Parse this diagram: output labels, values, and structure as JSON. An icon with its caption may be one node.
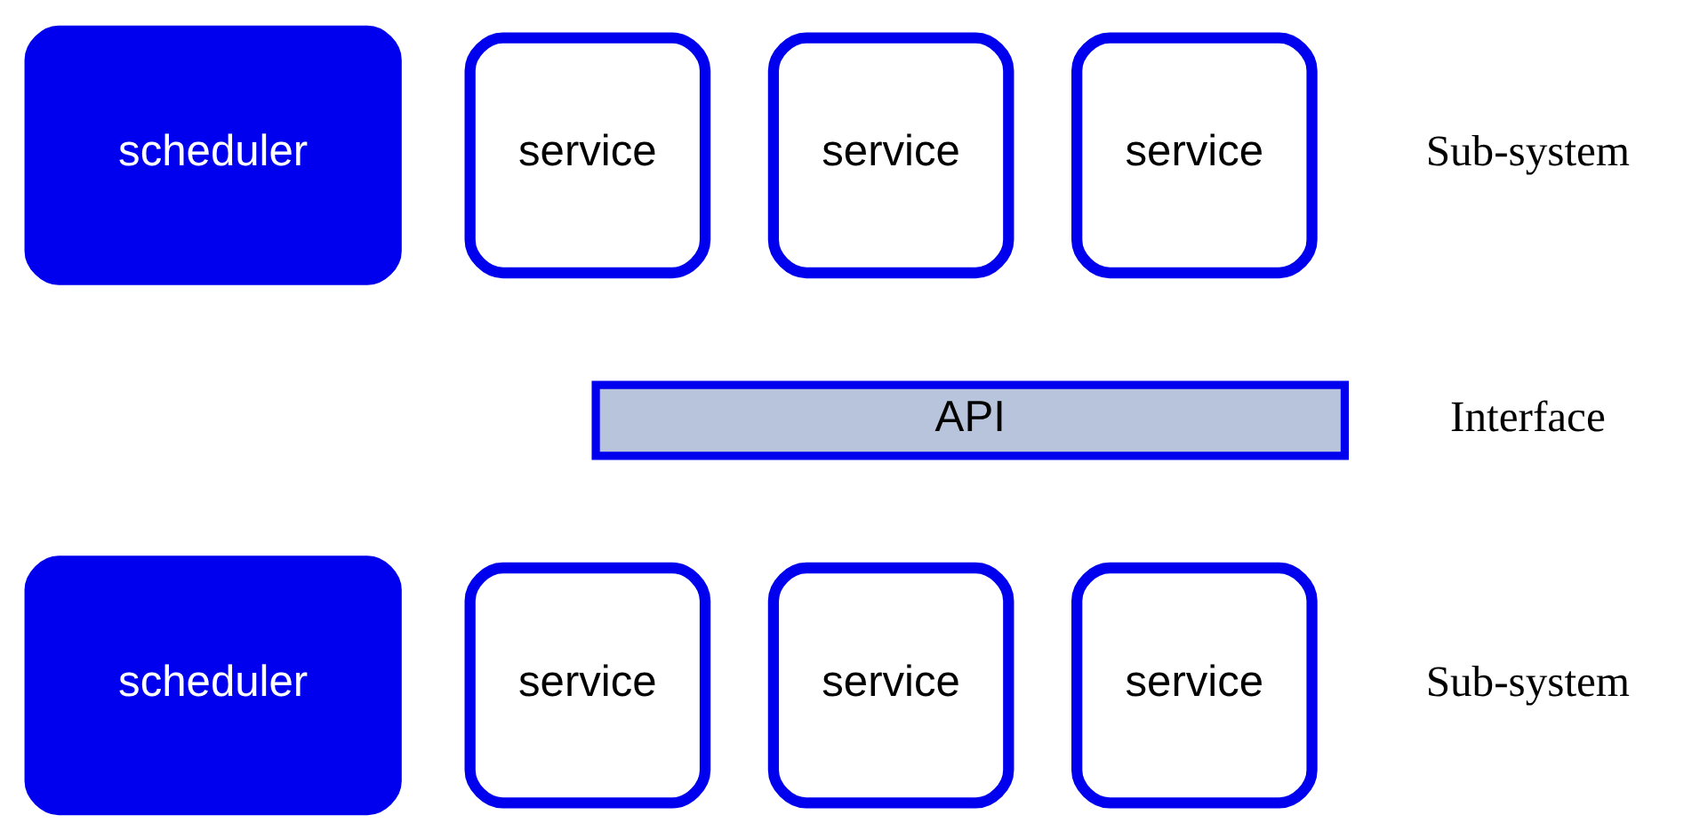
{
  "diagram": {
    "nodes": [
      {
        "text": [
          "scheduler"
        ]
      },
      {
        "text": [
          "service"
        ]
      },
      {
        "text": [
          "service"
        ]
      },
      {
        "text": [
          "service"
        ]
      },
      {
        "text": [
          "API"
        ]
      },
      {
        "text": [
          "scheduler"
        ]
      },
      {
        "text": [
          "service"
        ]
      },
      {
        "text": [
          "service"
        ]
      },
      {
        "text": [
          "service"
        ]
      }
    ],
    "edges": [],
    "labels": [
      "Sub-system",
      "Interface",
      "Sub-system"
    ]
  }
}
